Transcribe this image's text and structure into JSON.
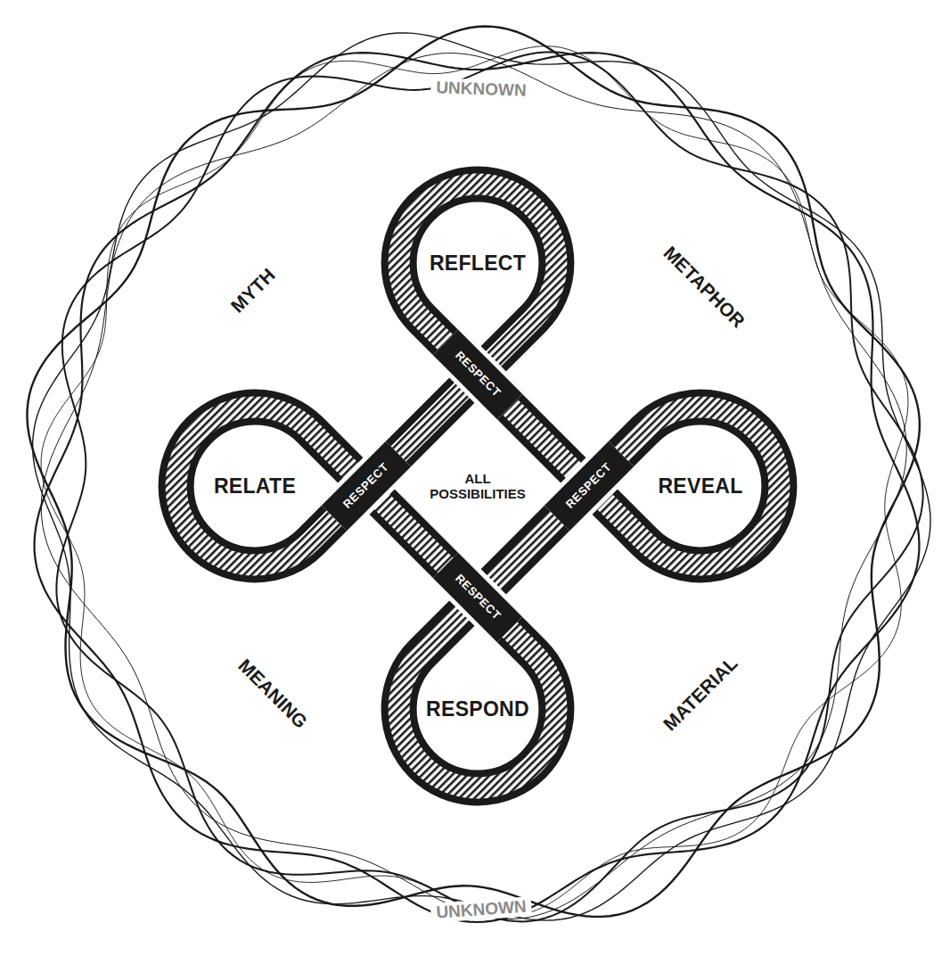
{
  "diagram": {
    "nodes": [
      {
        "text": [
          "REFLECT"
        ]
      },
      {
        "text": [
          "RELATE"
        ]
      },
      {
        "text": [
          "REVEAL"
        ]
      },
      {
        "text": [
          "RESPOND"
        ]
      }
    ],
    "labels": [
      "UNKNOWN",
      "MYTH",
      "METAPHOR",
      "RESPECT",
      "RESPECT",
      "ALL POSSIBILITIES",
      "RESPECT",
      "RESPECT",
      "MEANING",
      "MATERIAL",
      "UNKNOWN"
    ]
  }
}
